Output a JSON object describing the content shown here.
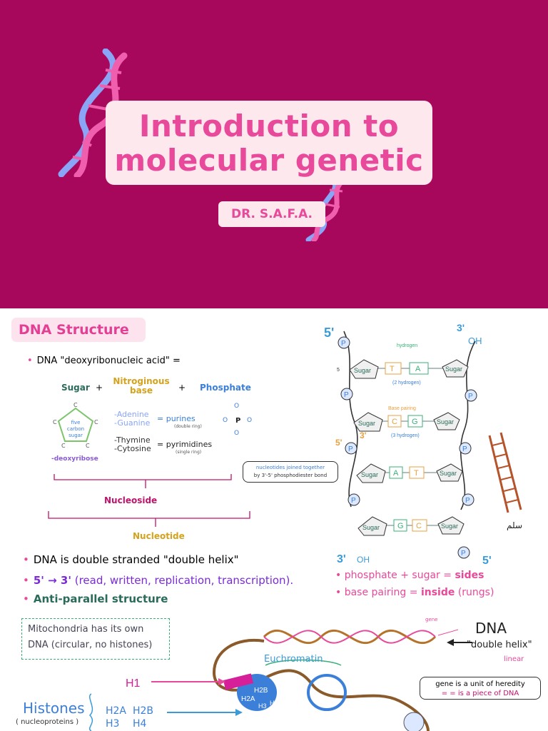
{
  "cover": {
    "title_line1": "Introduction to",
    "title_line2": "molecular genetic",
    "author": "DR. S.A.F.A.",
    "background": "#a8085c",
    "accent": "#e8499a",
    "icons": [
      "dna-helix-icon",
      "dna-helix-icon"
    ]
  },
  "notes": {
    "section_title": "DNA Structure",
    "definition": "DNA \"deoxyribonucleic acid\" =",
    "components": {
      "sugar": "Sugar",
      "plus1": "+",
      "base": "Nitroginous base",
      "plus2": "+",
      "phosphate": "Phosphate"
    },
    "pentagon_label": "five carbon sugar",
    "pentagon_c": "C",
    "deoxyribose": "-deoxyribose",
    "bases": {
      "adenine": "-Adenine",
      "guanine": "-Guanine",
      "purines": "= purines",
      "purines_note": "(double ring)",
      "thymine": "-Thymine",
      "cytosine": "-Cytosine",
      "pyrimidines": "= pyrimidines",
      "pyrimidines_note": "(single ring)"
    },
    "phosphate_group": {
      "center": "P",
      "o": "O"
    },
    "nucleoside": "Nucleoside",
    "nucleotide": "Nucleotide",
    "bullets": [
      "DNA is double stranded \"double helix\"",
      "(read, written, replication, transcription).",
      "Anti-parallel structure"
    ],
    "direction": "5' → 3'",
    "summary": {
      "line1_a": "phosphate + sugar =",
      "line1_b": "sides",
      "line2_a": "base pairing =",
      "line2_b": "inside",
      "line2_c": "(rungs)"
    },
    "ladder_diagram": {
      "top_left": "5'",
      "top_right": "3'",
      "top_right_oh": "OH",
      "bottom_left": "3'",
      "bottom_left_oh": "OH",
      "bottom_right": "5'",
      "mid_5": "5'",
      "mid_3": "3'",
      "small_5": "5",
      "p": "P",
      "sugar": "Sugar",
      "hydrogen": "hydrogen",
      "two_hydrogen": "(2 hydrogen)",
      "three_hydrogen": "(3 hydrogen)",
      "base_pairing": "Base pairing",
      "pairs": [
        [
          "T",
          "A"
        ],
        [
          "C",
          "G"
        ],
        [
          "A",
          "T"
        ],
        [
          "G",
          "C"
        ]
      ],
      "nucleotides_note_1": "nucleotides joined together",
      "nucleotides_note_2": "by 3'-5' phosphodiester bond",
      "ladder_word": "سلم"
    },
    "chromatin": {
      "mito_1": "Mitochondria has its own",
      "mito_2": "DNA (circular, no histones)",
      "dna": "DNA",
      "double_helix": "\"double helix\"",
      "linear": "linear",
      "gene_tag": "gene",
      "gene_note_1": "gene is a unit of heredity",
      "gene_note_2": "= = is a piece of DNA",
      "euchromatin": "Euchromatin",
      "h1": "H1",
      "histones": "Histones",
      "nucleoproteins": "( nucleoproteins )",
      "h2a": "H2A",
      "h2b": "H2B",
      "h3": "H3",
      "h4": "H4"
    }
  }
}
